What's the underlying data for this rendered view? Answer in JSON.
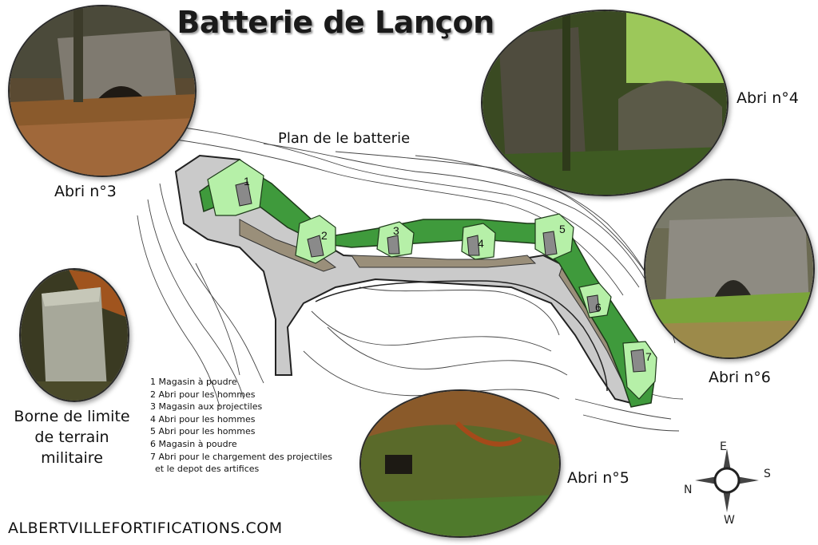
{
  "header": {
    "title": "Batterie de Lançon",
    "subtitle": "Plan de le batterie"
  },
  "photos": [
    {
      "caption": "Abri n°3"
    },
    {
      "caption": "Abri n°4"
    },
    {
      "caption": "Abri n°6"
    },
    {
      "caption": "Abri n°5"
    },
    {
      "caption": "Borne de limite de terrain militaire"
    }
  ],
  "plan": {
    "numbers": [
      "1",
      "2",
      "3",
      "4",
      "5",
      "6",
      "7"
    ]
  },
  "legend": [
    "1 Magasin à poudre",
    "2 Abri pour les hommes",
    "3 Magasin aux projectiles",
    "4 Abri pour les hommes",
    "5 Abri pour les hommes",
    "6 Magasin à poudre",
    "7 Abri pour le chargement des projectiles",
    "et le depot des artifices"
  ],
  "compass": {
    "n": "N",
    "e": "E",
    "s": "S",
    "w": "W"
  },
  "footer": {
    "website": "ALBERTVILLEFORTIFICATIONS.COM"
  },
  "colors": {
    "fort_green": "#3f9a3c",
    "fort_light_green": "#b6f0a8",
    "road_grey": "#c9c9c9"
  }
}
